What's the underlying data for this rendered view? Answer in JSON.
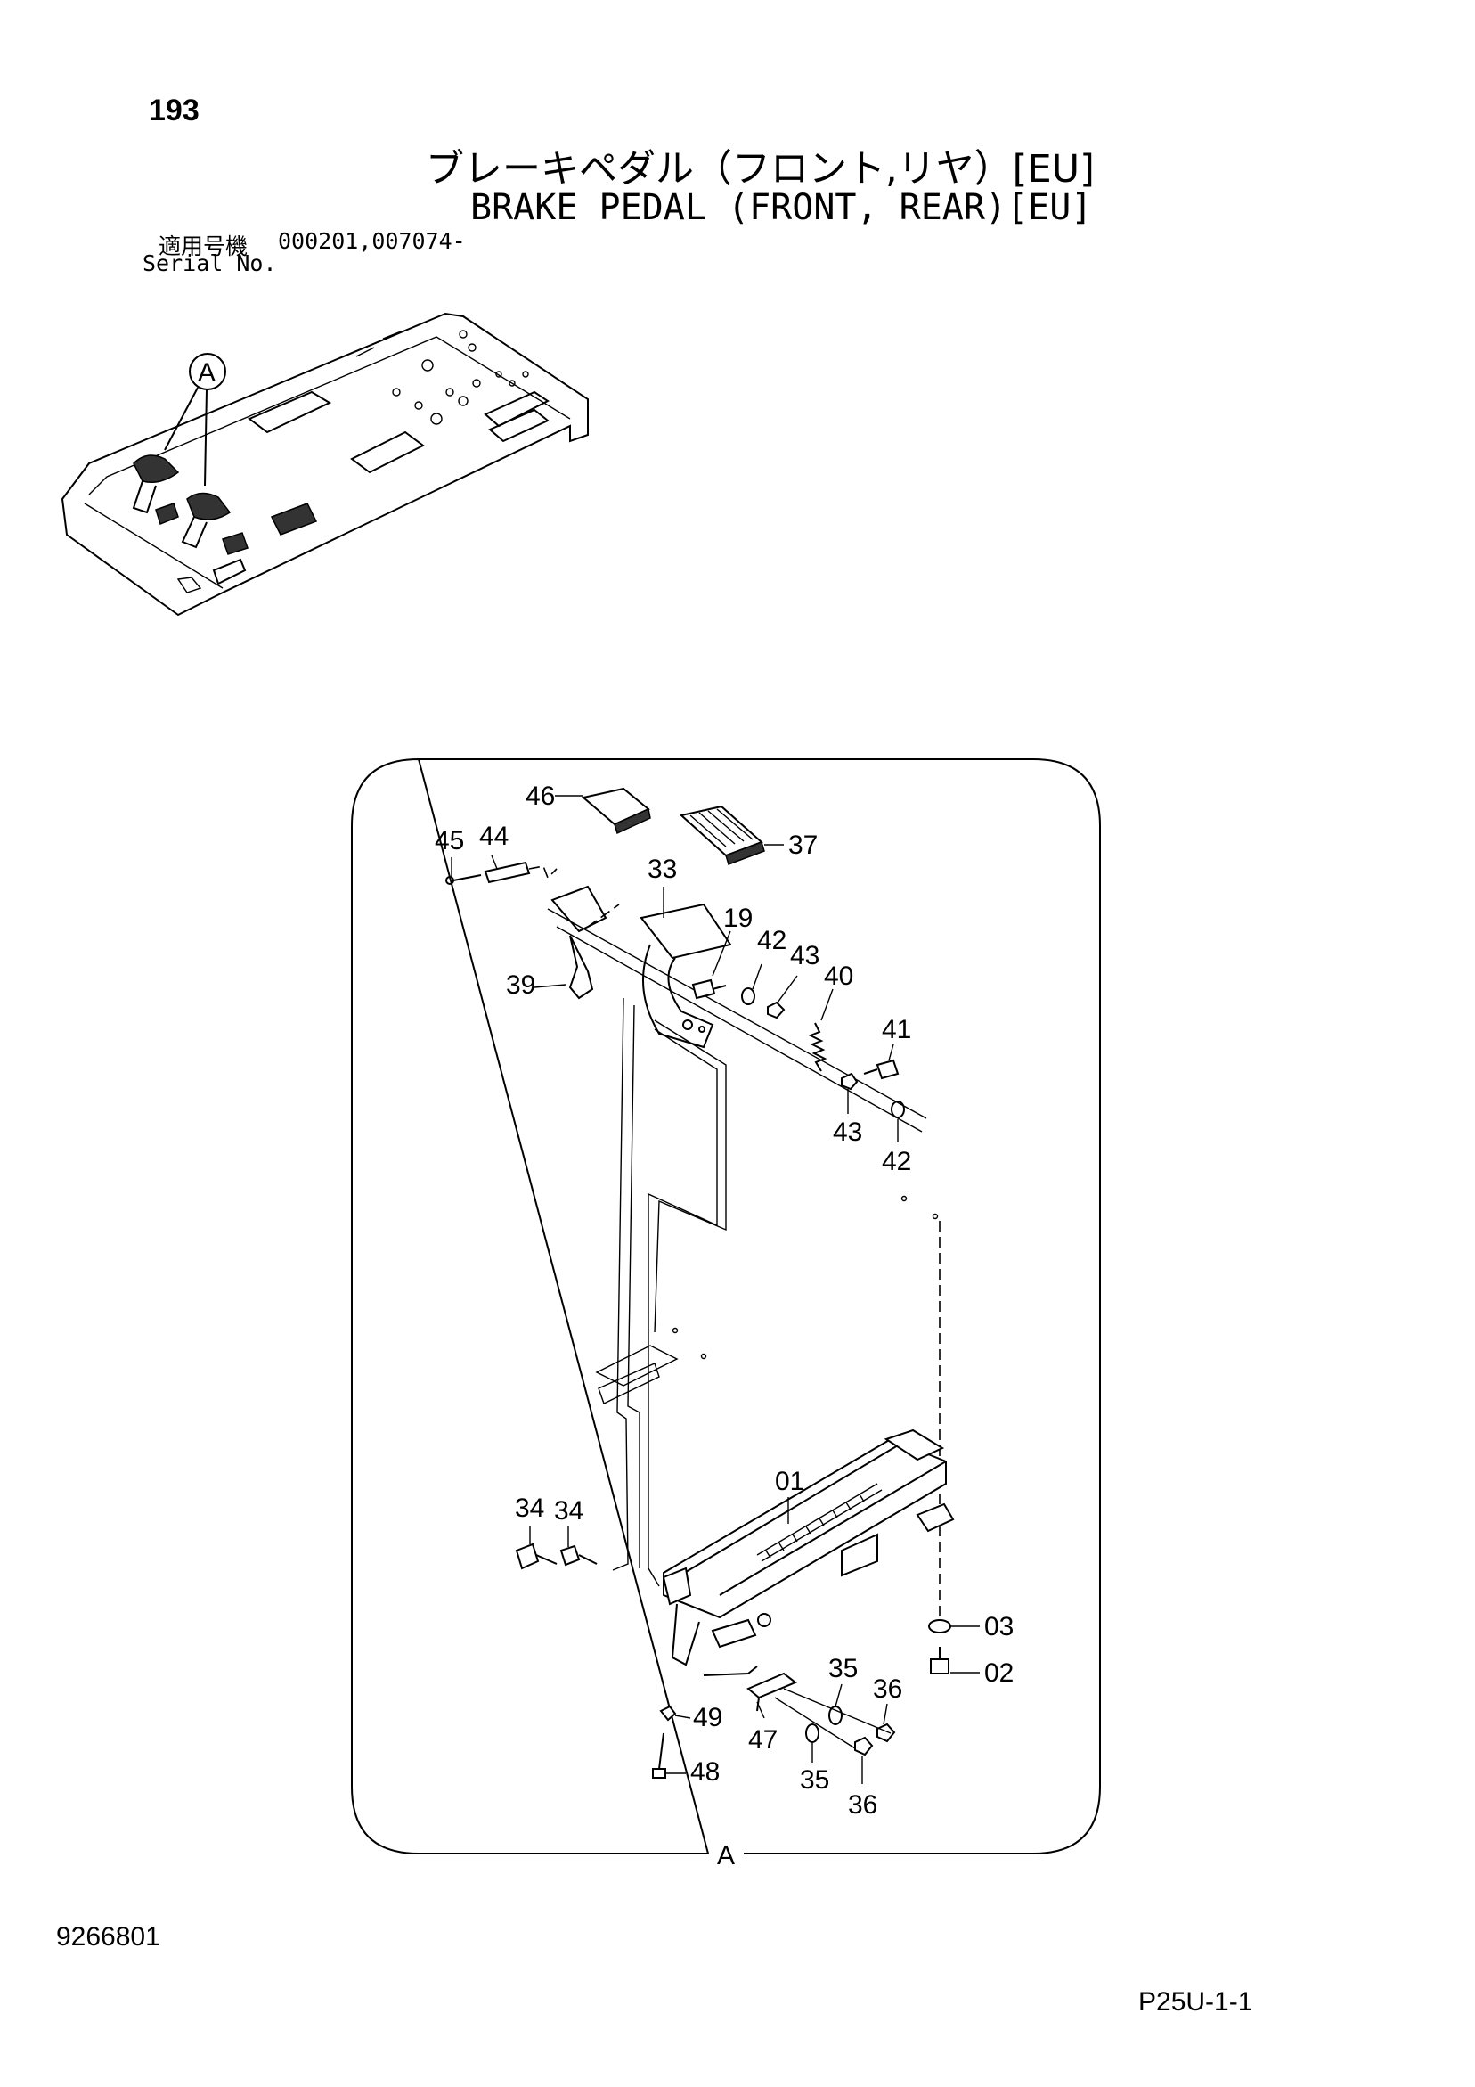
{
  "header": {
    "page_number": "193",
    "title_jp": "ブレーキペダル（フロント,リヤ）[EU]",
    "title_en": "BRAKE PEDAL (FRONT, REAR)[EU]",
    "serial_label_jp": "適用号機",
    "serial_value": "000201,007074-",
    "serial_label_en": "Serial No."
  },
  "overview": {
    "callout": "A"
  },
  "detail": {
    "view_label": "A",
    "parts": {
      "p46": "46",
      "p37": "37",
      "p45": "45",
      "p44": "44",
      "p33": "33",
      "p19": "19",
      "p42a": "42",
      "p43a": "43",
      "p40": "40",
      "p39": "39",
      "p41": "41",
      "p43b": "43",
      "p42b": "42",
      "p01": "01",
      "p34a": "34",
      "p34b": "34",
      "p03": "03",
      "p02": "02",
      "p35a": "35",
      "p36a": "36",
      "p49": "49",
      "p47": "47",
      "p48": "48",
      "p35b": "35",
      "p36b": "36"
    }
  },
  "footer": {
    "drawing_number": "9266801",
    "page_code": "P25U-1-1"
  }
}
